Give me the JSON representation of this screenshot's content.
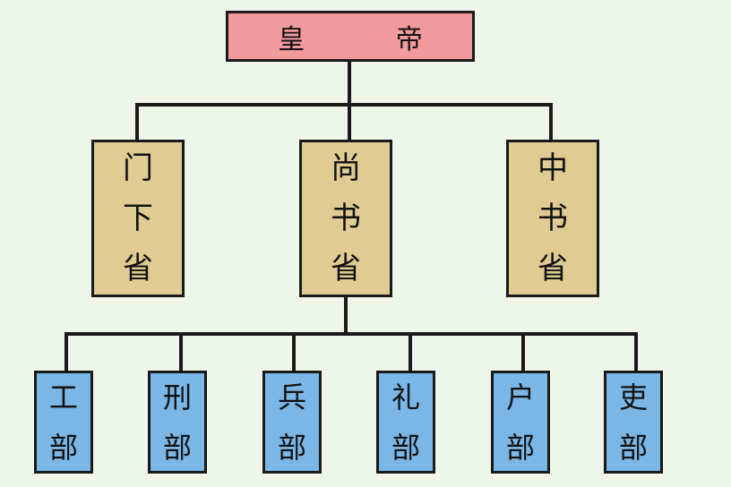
{
  "root": {
    "label": "皇 帝"
  },
  "provinces": [
    {
      "chars": [
        "门",
        "下",
        "省"
      ]
    },
    {
      "chars": [
        "尚",
        "书",
        "省"
      ]
    },
    {
      "chars": [
        "中",
        "书",
        "省"
      ]
    }
  ],
  "ministries": [
    {
      "chars": [
        "工",
        "部"
      ]
    },
    {
      "chars": [
        "刑",
        "部"
      ]
    },
    {
      "chars": [
        "兵",
        "部"
      ]
    },
    {
      "chars": [
        "礼",
        "部"
      ]
    },
    {
      "chars": [
        "户",
        "部"
      ]
    },
    {
      "chars": [
        "吏",
        "部"
      ]
    }
  ],
  "colors": {
    "background": "#eef6ea",
    "emperor_fill": "#f29a9c",
    "province_fill": "#e0cc92",
    "ministry_fill": "#7ab6e6",
    "line": "#1a1a1a"
  }
}
